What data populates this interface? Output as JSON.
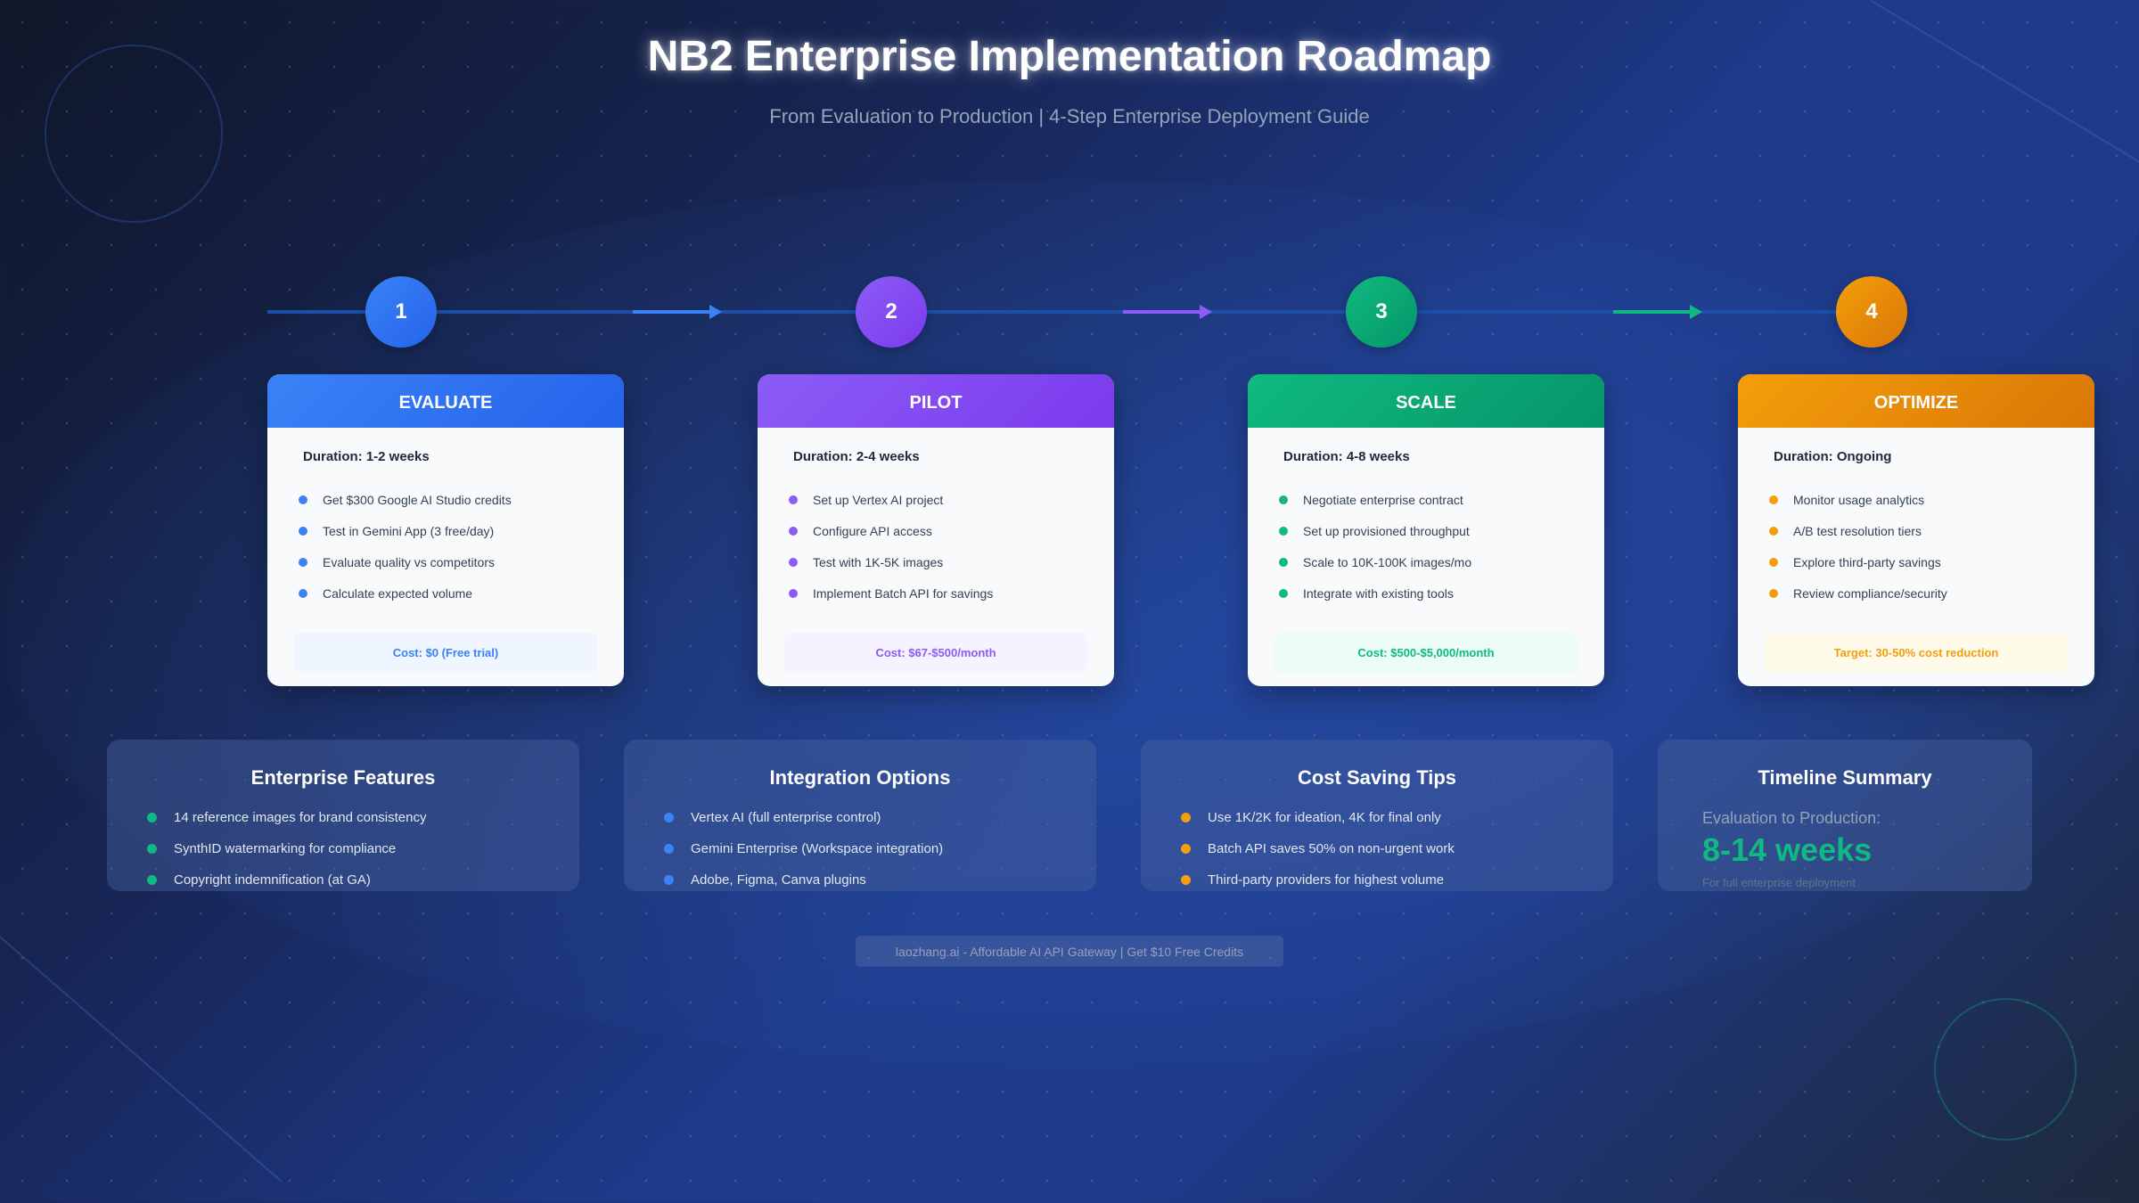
{
  "header": {
    "title": "NB2 Enterprise Implementation Roadmap",
    "subtitle": "From Evaluation to Production | 4-Step Enterprise Deployment Guide"
  },
  "colors": {
    "blue": "#3b82f6",
    "purple": "#8b5cf6",
    "green": "#10b981",
    "orange": "#f59e0b"
  },
  "steps": [
    {
      "number": "1",
      "name": "EVALUATE",
      "duration": "Duration: 1-2 weeks",
      "tasks": [
        "Get $300 Google AI Studio credits",
        "Test in Gemini App (3 free/day)",
        "Evaluate quality vs competitors",
        "Calculate expected volume"
      ],
      "cost": "Cost: $0 (Free trial)"
    },
    {
      "number": "2",
      "name": "PILOT",
      "duration": "Duration: 2-4 weeks",
      "tasks": [
        "Set up Vertex AI project",
        "Configure API access",
        "Test with 1K-5K images",
        "Implement Batch API for savings"
      ],
      "cost": "Cost: $67-$500/month"
    },
    {
      "number": "3",
      "name": "SCALE",
      "duration": "Duration: 4-8 weeks",
      "tasks": [
        "Negotiate enterprise contract",
        "Set up provisioned throughput",
        "Scale to 10K-100K images/mo",
        "Integrate with existing tools"
      ],
      "cost": "Cost: $500-$5,000/month"
    },
    {
      "number": "4",
      "name": "OPTIMIZE",
      "duration": "Duration: Ongoing",
      "tasks": [
        "Monitor usage analytics",
        "A/B test resolution tiers",
        "Explore third-party savings",
        "Review compliance/security"
      ],
      "cost": "Target: 30-50% cost reduction"
    }
  ],
  "info_boxes": {
    "features": {
      "title": "Enterprise Features",
      "items": [
        "14 reference images for brand consistency",
        "SynthID watermarking for compliance",
        "Copyright indemnification (at GA)"
      ]
    },
    "integration": {
      "title": "Integration Options",
      "items": [
        "Vertex AI (full enterprise control)",
        "Gemini Enterprise (Workspace integration)",
        "Adobe, Figma, Canva plugins"
      ]
    },
    "cost_tips": {
      "title": "Cost Saving Tips",
      "items": [
        "Use 1K/2K for ideation, 4K for final only",
        "Batch API saves 50% on non-urgent work",
        "Third-party providers for highest volume"
      ]
    },
    "timeline": {
      "title": "Timeline Summary",
      "label": "Evaluation to Production:",
      "value": "8-14 weeks",
      "note": "For full enterprise deployment"
    }
  },
  "footer": {
    "text": "laozhang.ai - Affordable AI API Gateway | Get $10 Free Credits"
  }
}
